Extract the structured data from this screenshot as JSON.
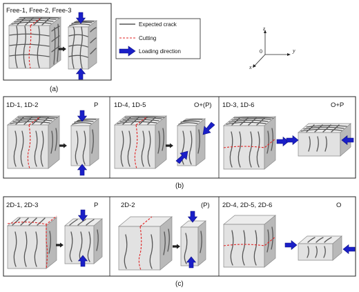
{
  "panel_a": {
    "title": "Free-1, Free-2, Free-3",
    "caption": "(a)"
  },
  "legend": {
    "expected_crack": "Expected crack",
    "cutting": "Cutting",
    "loading_direction": "Loading direction",
    "colors": {
      "crack": "#555555",
      "cutting": "#e02020",
      "arrow": "#1a1fc8"
    }
  },
  "axes": {
    "z": "z",
    "y": "y",
    "x": "x",
    "origin": "0"
  },
  "panel_b": {
    "caption": "(b)",
    "sections": [
      {
        "title": "1D-1, 1D-2",
        "tag": "P"
      },
      {
        "title": "1D-4, 1D-5",
        "tag": "O+(P)"
      },
      {
        "title": "1D-3, 1D-6",
        "tag": "O+P"
      }
    ]
  },
  "panel_c": {
    "caption": "(c)",
    "sections": [
      {
        "title": "2D-1, 2D-3",
        "tag": "P"
      },
      {
        "title": "2D-2",
        "tag": "(P)"
      },
      {
        "title": "2D-4, 2D-5, 2D-6",
        "tag": "O"
      }
    ]
  }
}
